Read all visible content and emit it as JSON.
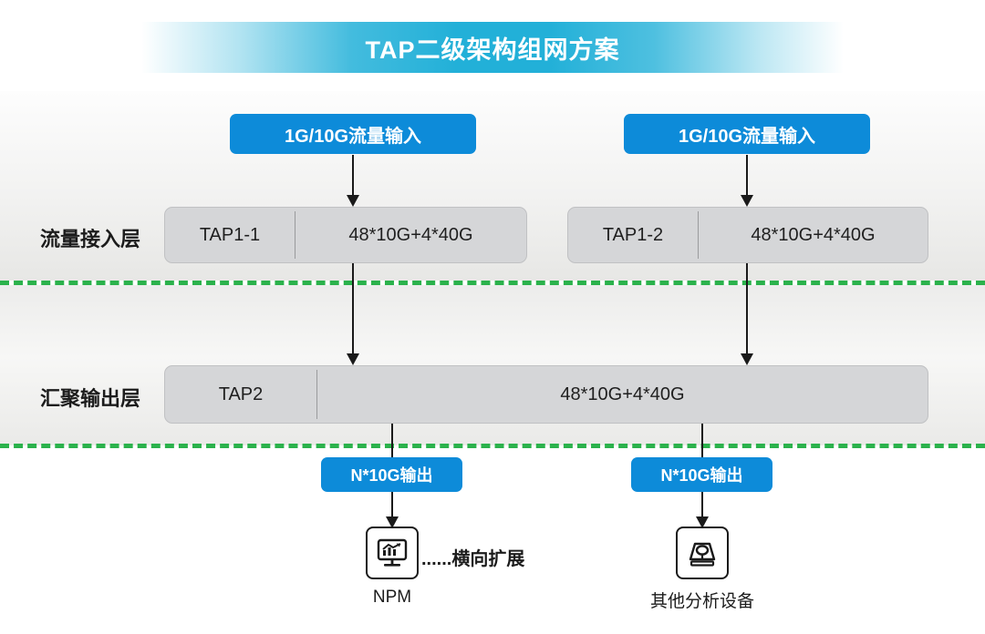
{
  "title": {
    "text": "TAP二级架构组网方案"
  },
  "layers": {
    "access": {
      "caption": "流量接入层",
      "devices": [
        {
          "name": "TAP1-1",
          "spec": "48*10G+4*40G"
        },
        {
          "name": "TAP1-2",
          "spec": "48*10G+4*40G"
        }
      ],
      "inputs": [
        {
          "label": "1G/10G流量输入"
        },
        {
          "label": "1G/10G流量输入"
        }
      ]
    },
    "aggregation": {
      "caption": "汇聚输出层",
      "device": {
        "name": "TAP2",
        "spec": "48*10G+4*40G"
      }
    }
  },
  "outputs": [
    {
      "label": "N*10G输出",
      "node_caption": "NPM",
      "icon": "monitor-chart-icon"
    },
    {
      "label": "N*10G输出",
      "node_caption": "其他分析设备",
      "icon": "analyzer-device-icon"
    }
  ],
  "scale_note": "......横向扩展",
  "colors": {
    "banner_cyan": "#22b0d8",
    "label_blue": "#0d8bd9",
    "device_gray": "#d5d6d8",
    "separator_green": "#2bb24c",
    "text_dark": "#1c1c1c"
  }
}
